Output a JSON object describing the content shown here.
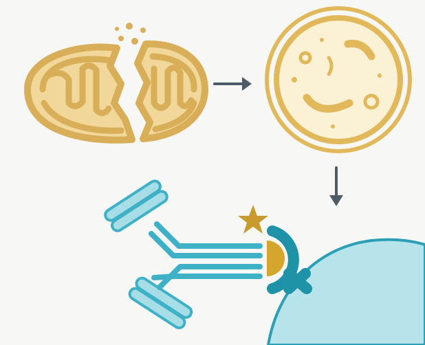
{
  "figure": {
    "panels": [
      {
        "id": "damaged-mitochondrion",
        "icon": "ruptured-mitochondrion-icon"
      },
      {
        "id": "released-contents",
        "icon": "circular-vesicle-with-debris-icon"
      },
      {
        "id": "immune-recognition",
        "icon": "antibody-binding-receptor-icon"
      }
    ],
    "arrows": [
      {
        "from": "damaged-mitochondrion",
        "to": "released-contents",
        "direction": "right"
      },
      {
        "from": "released-contents",
        "to": "immune-recognition",
        "direction": "down"
      }
    ],
    "colors": {
      "background": "#f7f8f6",
      "mitochondria_fill": "#f2d79b",
      "mitochondria_stroke": "#d8ae58",
      "arrow": "#4f5b66",
      "antibody_fill": "#a7dde7",
      "antibody_stroke": "#3fb1c6",
      "receptor": "#1e93a8",
      "ligand": "#d4a62c",
      "star": "#c99a2e",
      "cell_fill": "#b7e3ea",
      "cell_stroke": "#2a9fb6"
    }
  }
}
